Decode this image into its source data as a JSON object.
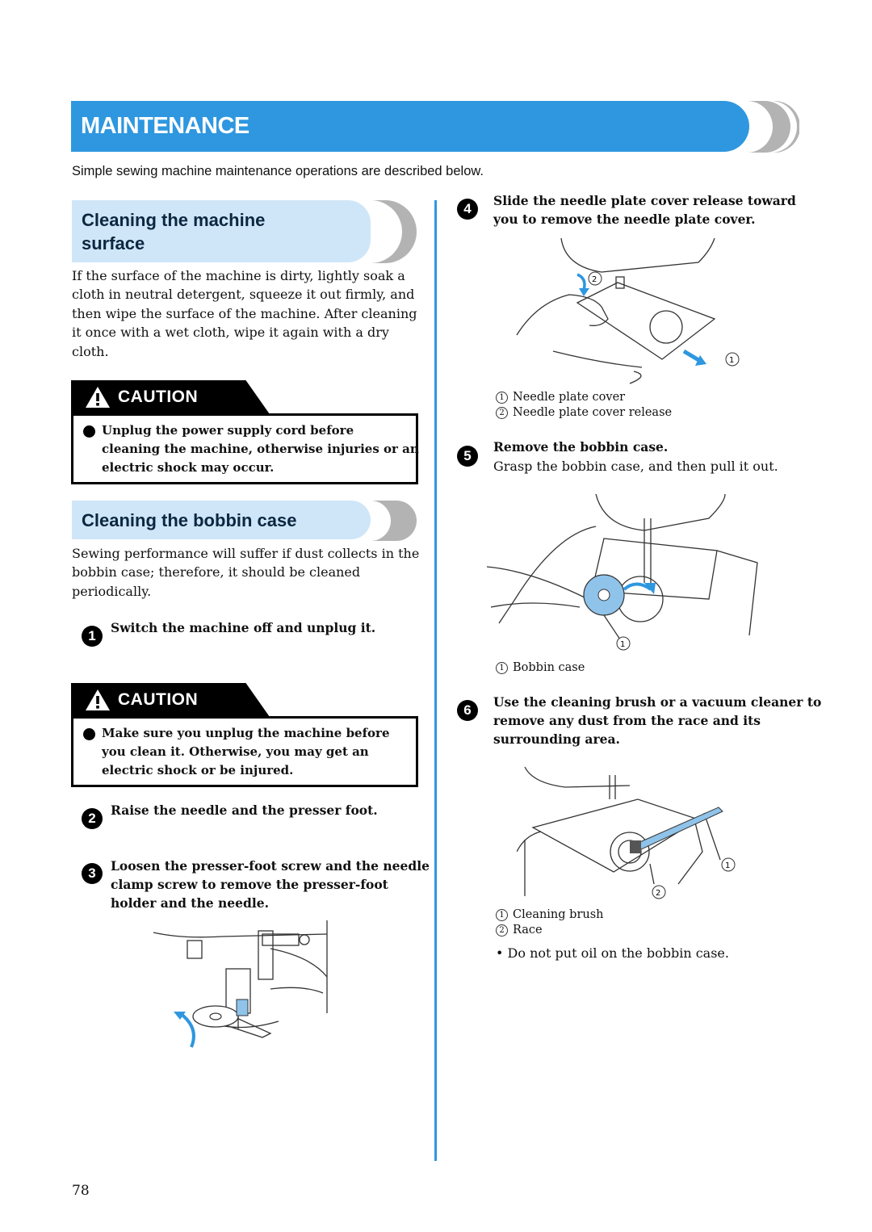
{
  "title": "MAINTENANCE",
  "intro": "Simple sewing machine maintenance operations are described below.",
  "section1": {
    "title_line1": "Cleaning the machine",
    "title_line2": "surface",
    "paragraph": [
      "If the surface of the machine is dirty, lightly soak a",
      "cloth in neutral detergent, squeeze it out firmly, and",
      "then wipe the surface of the machine. After cleaning",
      "it once with a wet cloth, wipe it again with a dry",
      "cloth."
    ]
  },
  "caution1": {
    "label": "CAUTION",
    "lines": [
      "Unplug the power supply cord before",
      "cleaning the machine, otherwise injuries or an",
      "electric shock may occur."
    ]
  },
  "section2": {
    "title": "Cleaning the bobbin case",
    "paragraph": [
      "Sewing performance will suffer if dust collects in the",
      "bobbin case; therefore, it should be cleaned",
      "periodically."
    ]
  },
  "steps": {
    "s1": {
      "num": "1",
      "text": "Switch the machine off and unplug it."
    },
    "s2": {
      "num": "2",
      "text": "Raise the needle and the presser foot."
    },
    "s3": {
      "num": "3",
      "lines": [
        "Loosen the presser-foot screw and the needle",
        "clamp screw to remove the presser-foot",
        "holder and the needle."
      ]
    },
    "s4": {
      "num": "4",
      "lines": [
        "Slide the needle plate cover release toward",
        "you to remove the needle plate cover."
      ]
    },
    "s5": {
      "num": "5",
      "text": "Remove the bobbin case.",
      "sub": "Grasp the bobbin case, and then pull it out."
    },
    "s6": {
      "num": "6",
      "lines": [
        "Use the cleaning brush or a vacuum cleaner to",
        "remove any dust from the race and its",
        "surrounding area."
      ]
    }
  },
  "caution2": {
    "label": "CAUTION",
    "lines": [
      "Make sure you unplug the machine before",
      "you clean it. Otherwise, you may get an",
      "electric shock or be injured."
    ]
  },
  "fig4": {
    "c1": "Needle plate cover",
    "c2": "Needle plate cover release",
    "n1": "1",
    "n2": "2"
  },
  "fig5": {
    "c1": "Bobbin case",
    "n1": "1"
  },
  "fig6": {
    "c1": "Cleaning brush",
    "c2": "Race",
    "n1": "1",
    "n2": "2"
  },
  "note": "• Do not put oil on the bobbin case.",
  "page_number": "78",
  "colors": {
    "accent": "#2e97e0",
    "section_bg": "#cfe6f8",
    "chevron": "#b3b3b3"
  }
}
